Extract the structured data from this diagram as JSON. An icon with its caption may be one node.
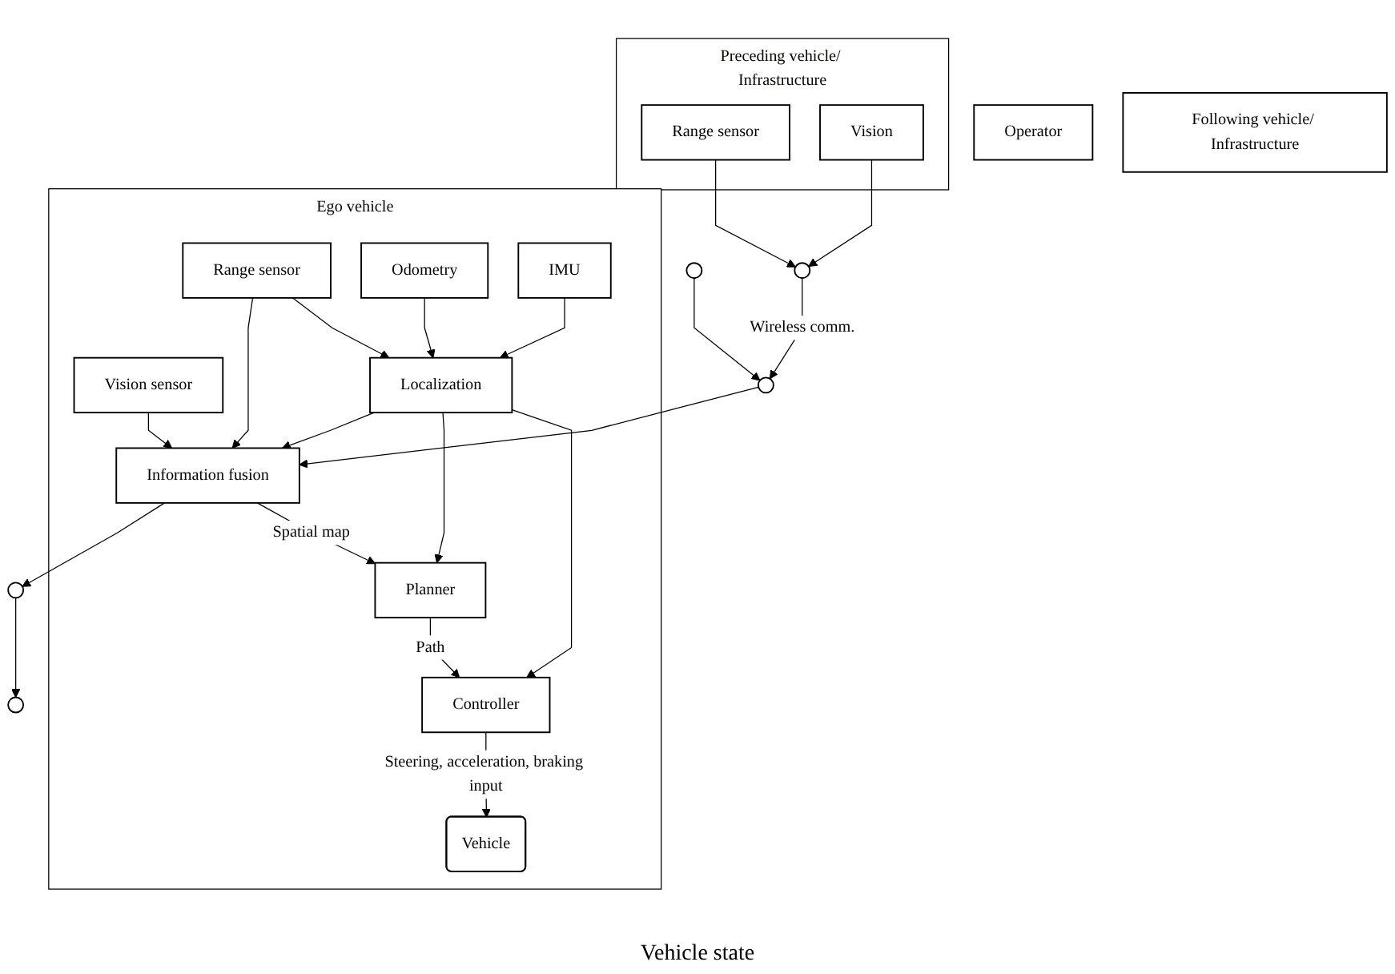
{
  "diagram": {
    "nodes": [
      {
        "text": [
          "Ego vehicle"
        ]
      },
      {
        "text": [
          "Range sensor"
        ],
        "in": 0
      },
      {
        "text": [
          "Vision sensor"
        ],
        "in": 0
      },
      {
        "text": [
          "Odometry"
        ],
        "in": 0
      },
      {
        "text": [
          "Information fusion"
        ],
        "in": 0
      },
      {
        "text": [
          "Localization"
        ],
        "in": 0
      },
      {
        "text": [
          "Planner"
        ],
        "in": 0
      },
      {
        "text": [
          "IMU"
        ],
        "in": 0
      },
      {
        "text": [
          "Controller"
        ],
        "in": 0
      },
      {
        "text": [
          "Vehicle"
        ],
        "in": 0
      },
      {
        "text": [],
        "shape": "circle"
      },
      {
        "text": [],
        "shape": "circle"
      },
      {
        "text": [
          "Preceding vehicle/ Infrastructure"
        ]
      },
      {
        "text": [
          "Range sensor"
        ],
        "in": 12
      },
      {
        "text": [
          "Vision"
        ],
        "in": 12
      },
      {
        "text": [],
        "shape": "circle"
      },
      {
        "text": [
          "Operator"
        ]
      },
      {
        "text": [],
        "shape": "circle"
      },
      {
        "text": [
          "Following vehicle/ Infrastructure"
        ]
      },
      {
        "text": [],
        "shape": "circle"
      }
    ],
    "edges": [
      {
        "from": 1,
        "to": 4,
        "arrow": "to"
      },
      {
        "from": 2,
        "to": 4,
        "arrow": "to"
      },
      {
        "from": 1,
        "to": 5,
        "arrow": "to"
      },
      {
        "from": 3,
        "to": 5,
        "arrow": "to"
      },
      {
        "from": 7,
        "to": 5,
        "arrow": "to"
      },
      {
        "from": 10,
        "to": 4,
        "arrow": "to"
      },
      {
        "from": 4,
        "to": 11,
        "arrow": "to"
      },
      {
        "from": 4,
        "to": 6,
        "arrow": "to",
        "label": "Spatial map"
      },
      {
        "from": 5,
        "to": 4,
        "arrow": "to"
      },
      {
        "from": 5,
        "to": 6,
        "arrow": "to"
      },
      {
        "from": 5,
        "to": 8,
        "arrow": "to"
      },
      {
        "from": 6,
        "to": 8,
        "arrow": "to",
        "label": "Path"
      },
      {
        "from": 8,
        "to": 9,
        "arrow": "to",
        "label": "Steering, acceleration, braking input"
      },
      {
        "from": 13,
        "to": 15,
        "arrow": "to"
      },
      {
        "from": 14,
        "to": 15,
        "arrow": "to"
      },
      {
        "from": 15,
        "to": 10,
        "arrow": "to",
        "label": "Wireless comm."
      },
      {
        "from": 17,
        "to": 10,
        "arrow": "to"
      },
      {
        "from": 11,
        "to": 19,
        "arrow": "to"
      }
    ],
    "labels": [
      "Vehicle state"
    ]
  }
}
